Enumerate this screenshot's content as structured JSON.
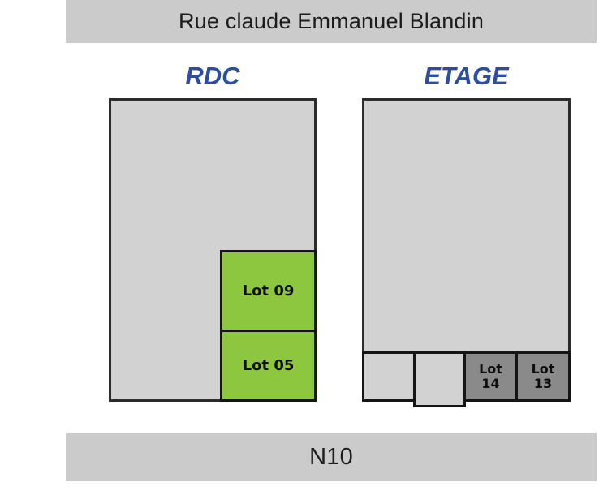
{
  "title_bar": {
    "text": "Rue claude Emmanuel Blandin"
  },
  "footer_bar": {
    "text": "N10"
  },
  "floors": {
    "rdc": {
      "label": "RDC",
      "lots": [
        {
          "label": "Lot 09"
        },
        {
          "label": "Lot 05"
        }
      ]
    },
    "etage": {
      "label": "ETAGE",
      "lots": [
        {
          "line1": "Lot",
          "line2": "14"
        },
        {
          "line1": "Lot",
          "line2": "13"
        }
      ]
    }
  },
  "colors": {
    "available_lot_green": "#8dc63f",
    "reserved_lot_gray": "#8a8a8a",
    "plan_fill_gray": "#d2d2d2",
    "banner_gray": "#cbcbcb",
    "floor_label_blue": "#2b4ea0",
    "outline_dark": "#2b2b2b"
  }
}
